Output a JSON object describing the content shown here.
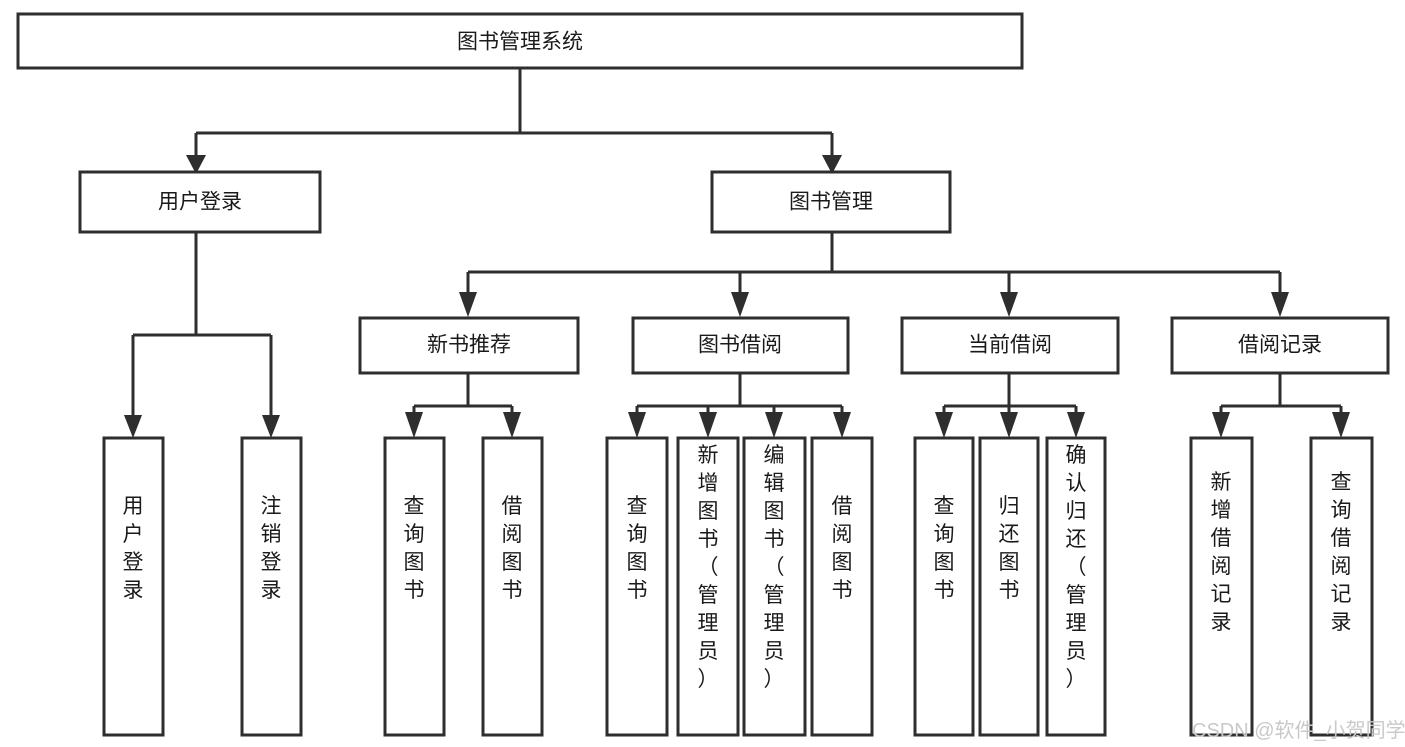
{
  "diagram": {
    "title": "图书管理系统",
    "type": "tree-hierarchy",
    "root": {
      "id": "root",
      "label": "图书管理系统"
    },
    "level2": [
      {
        "id": "user-login",
        "label": "用户登录"
      },
      {
        "id": "book-manage",
        "label": "图书管理"
      }
    ],
    "level3": [
      {
        "id": "new-book-recommend",
        "label": "新书推荐",
        "parent": "book-manage"
      },
      {
        "id": "book-borrow",
        "label": "图书借阅",
        "parent": "book-manage"
      },
      {
        "id": "current-borrow",
        "label": "当前借阅",
        "parent": "book-manage"
      },
      {
        "id": "borrow-record",
        "label": "借阅记录",
        "parent": "book-manage"
      }
    ],
    "leaves": [
      {
        "id": "leaf-user-login",
        "label": "用户登录",
        "parent": "user-login"
      },
      {
        "id": "leaf-user-logout",
        "label": "注销登录",
        "parent": "user-login"
      },
      {
        "id": "leaf-query-book-1",
        "label": "查询图书",
        "parent": "new-book-recommend"
      },
      {
        "id": "leaf-borrow-book-1",
        "label": "借阅图书",
        "parent": "new-book-recommend"
      },
      {
        "id": "leaf-query-book-2",
        "label": "查询图书",
        "parent": "book-borrow"
      },
      {
        "id": "leaf-add-book",
        "label": "新增图书（管理员）",
        "parent": "book-borrow"
      },
      {
        "id": "leaf-edit-book",
        "label": "编辑图书（管理员）",
        "parent": "book-borrow"
      },
      {
        "id": "leaf-borrow-book-2",
        "label": "借阅图书",
        "parent": "book-borrow"
      },
      {
        "id": "leaf-query-book-3",
        "label": "查询图书",
        "parent": "current-borrow"
      },
      {
        "id": "leaf-return-book",
        "label": "归还图书",
        "parent": "current-borrow"
      },
      {
        "id": "leaf-confirm-return",
        "label": "确认归还（管理员）",
        "parent": "current-borrow"
      },
      {
        "id": "leaf-add-record",
        "label": "新增借阅记录",
        "parent": "borrow-record"
      },
      {
        "id": "leaf-query-record",
        "label": "查询借阅记录",
        "parent": "borrow-record"
      }
    ],
    "watermark": "CSDN @软件_小贺同学",
    "colors": {
      "background": "#ffffff",
      "box_fill": "#ffffff",
      "box_stroke": "#2e2e2e",
      "edge": "#2e2e2e",
      "text": "#1a1a1a",
      "watermark": "#c9c9c9"
    }
  }
}
